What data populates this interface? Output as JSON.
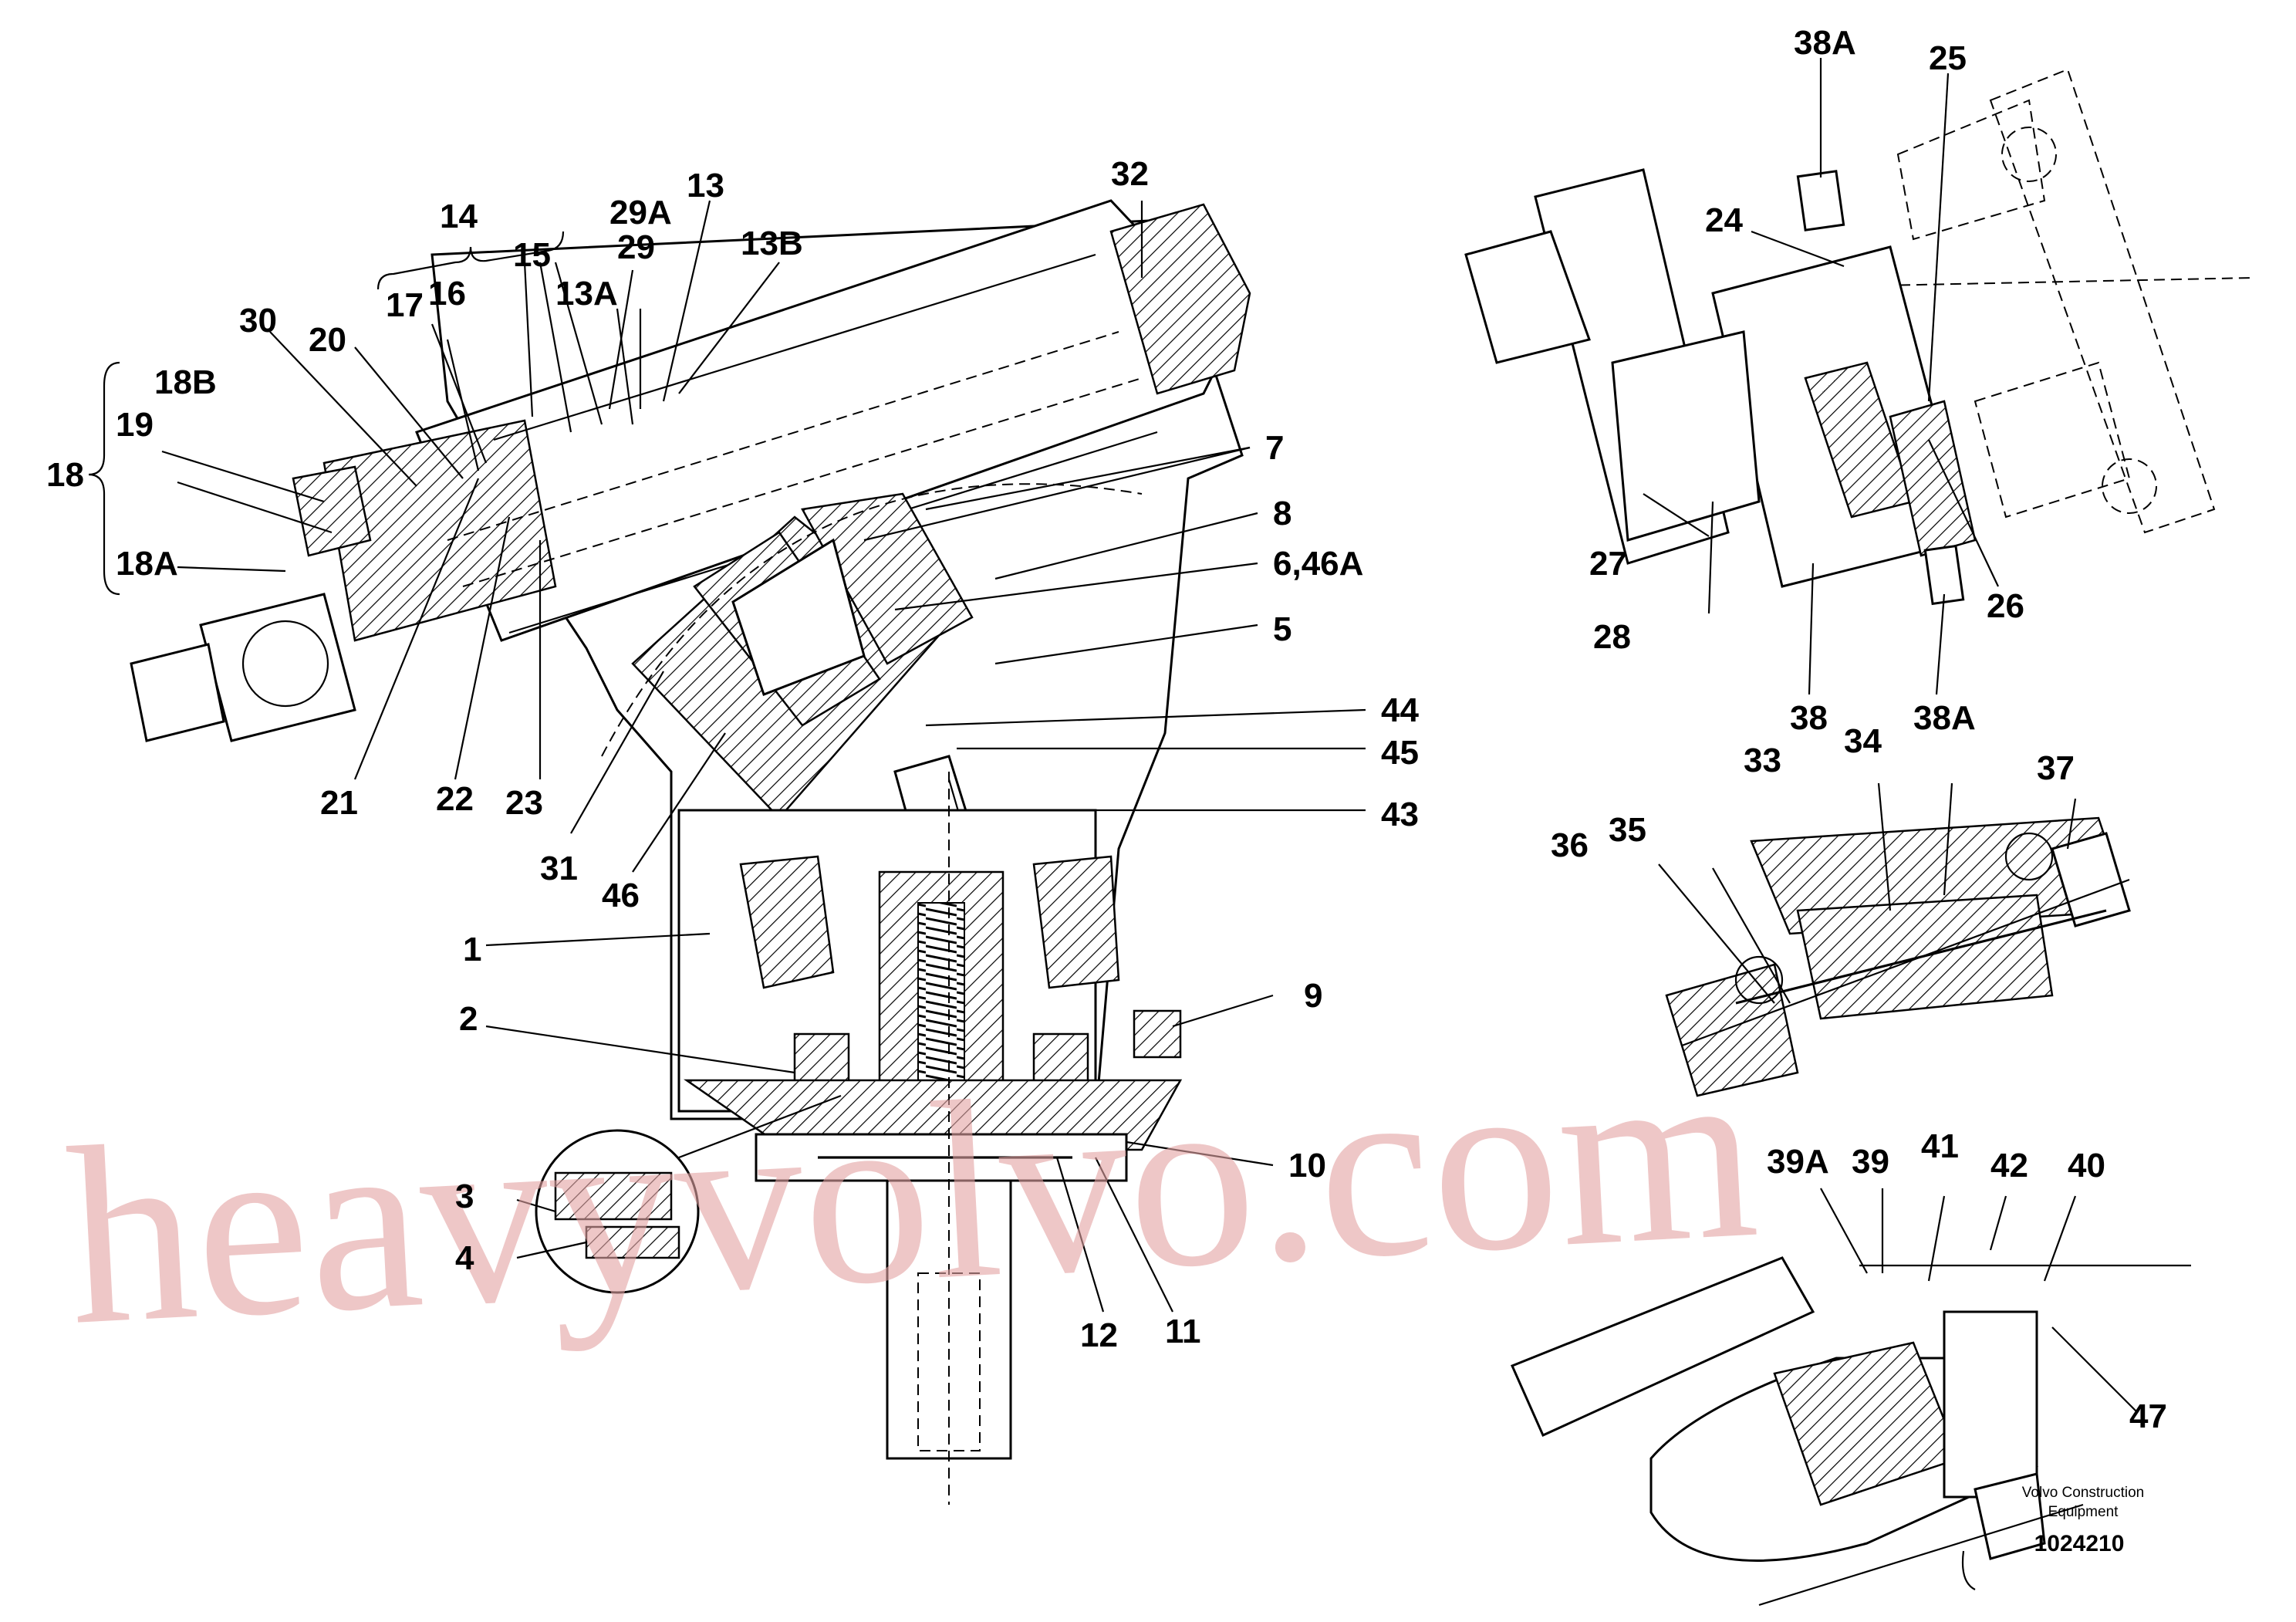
{
  "watermark": "heavyvolvo.com",
  "caption": {
    "brand_line1": "Volvo Construction",
    "brand_line2": "Equipment",
    "drawing_number": "1024210"
  },
  "main_view_labels": {
    "l1": "1",
    "l2": "2",
    "l3": "3",
    "l4": "4",
    "l5": "5",
    "l6_46A": "6,46A",
    "l7": "7",
    "l8": "8",
    "l9": "9",
    "l10": "10",
    "l11": "11",
    "l12": "12",
    "l13": "13",
    "l13A": "13A",
    "l13B": "13B",
    "l14": "14",
    "l15": "15",
    "l16": "16",
    "l17": "17",
    "l18": "18",
    "l18A": "18A",
    "l18B": "18B",
    "l19": "19",
    "l20": "20",
    "l21": "21",
    "l22": "22",
    "l23": "23",
    "l29": "29",
    "l29A": "29A",
    "l30": "30",
    "l31": "31",
    "l32": "32",
    "l43": "43",
    "l44": "44",
    "l45": "45",
    "l46": "46"
  },
  "valve_view_labels": {
    "l24": "24",
    "l25": "25",
    "l26": "26",
    "l27": "27",
    "l28": "28",
    "l38": "38",
    "l38A_top": "38A",
    "l38A_bottom": "38A"
  },
  "section_view_labels": {
    "l33": "33",
    "l34": "34",
    "l35": "35",
    "l36": "36",
    "l37": "37"
  },
  "detail_view_labels": {
    "l39": "39",
    "l39A": "39A",
    "l40": "40",
    "l41": "41",
    "l42": "42",
    "l47": "47"
  }
}
